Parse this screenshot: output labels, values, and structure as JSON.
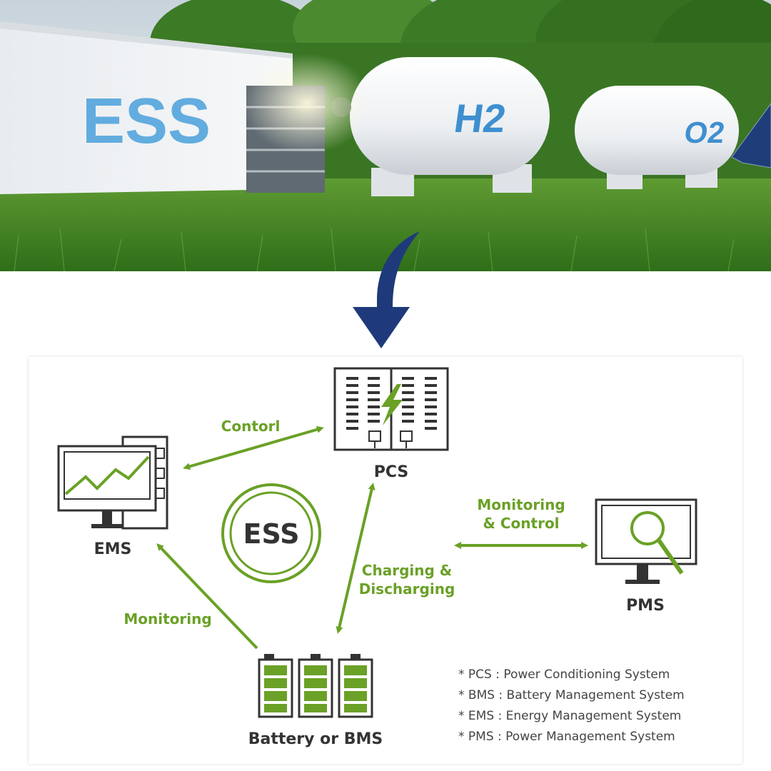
{
  "photo": {
    "container_text": "ESS",
    "tank1_text": "H2",
    "tank2_text": "O2"
  },
  "diagram": {
    "center_label": "ESS",
    "nodes": {
      "pcs": "PCS",
      "ems": "EMS",
      "pms": "PMS",
      "battery": "Battery or BMS"
    },
    "edges": {
      "control": "Contorl",
      "monitoring_control_1": "Monitoring",
      "monitoring_control_2": "& Control",
      "charging_1": "Charging &",
      "charging_2": "Discharging",
      "monitoring": "Monitoring"
    },
    "legend": [
      "* PCS : Power Conditioning System",
      "* BMS : Battery Management System",
      "* EMS : Energy Management System",
      "* PMS : Power Management System"
    ]
  },
  "colors": {
    "green": "#6aa126",
    "dark": "#333333",
    "navy": "#1e3a7a",
    "tank": "#eef1f4",
    "tank_text": "#3f8fd0",
    "grass": "#4d8f2a"
  }
}
